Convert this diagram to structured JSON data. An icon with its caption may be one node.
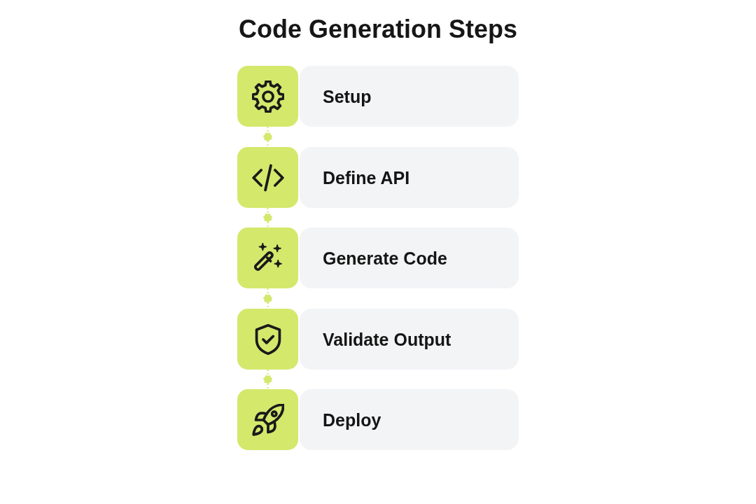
{
  "diagram": {
    "title": "Code Generation Steps",
    "nodes": [
      {
        "text": [],
        "shape": "box"
      },
      {
        "text": [
          "Setup"
        ]
      },
      {
        "text": [],
        "shape": "box"
      },
      {
        "text": [
          "Define API"
        ]
      },
      {
        "text": [],
        "shape": "box"
      },
      {
        "text": [
          "Generate Code"
        ]
      },
      {
        "text": [],
        "shape": "box"
      },
      {
        "text": [
          "Validate Output"
        ]
      },
      {
        "text": [],
        "shape": "box"
      },
      {
        "text": [
          "Deploy"
        ]
      }
    ],
    "edges": [
      {
        "from": 0,
        "to": 2,
        "arrow": "none",
        "style": "dashed"
      },
      {
        "from": 2,
        "to": 4,
        "arrow": "none",
        "style": "dashed"
      },
      {
        "from": 4,
        "to": 6,
        "arrow": "none",
        "style": "dashed"
      },
      {
        "from": 6,
        "to": 8,
        "arrow": "none",
        "style": "dashed"
      }
    ]
  }
}
